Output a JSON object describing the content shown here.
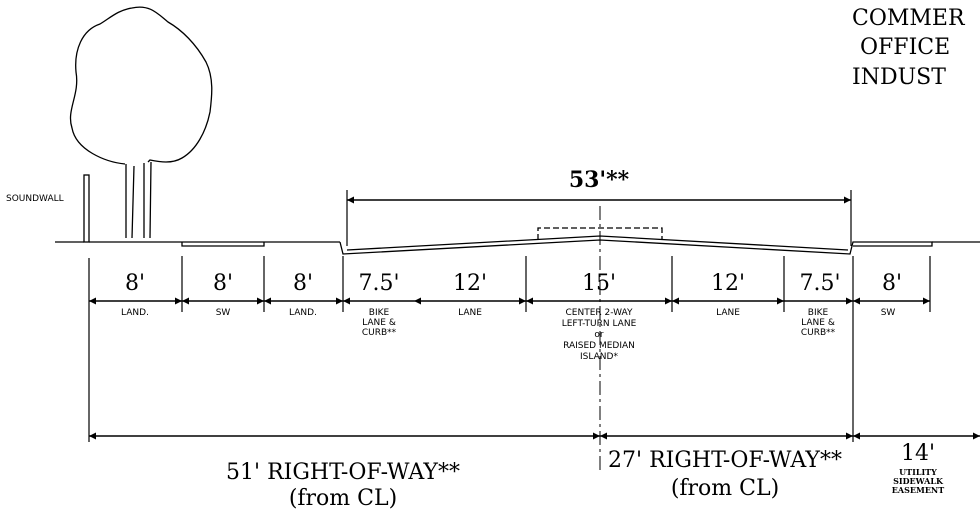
{
  "header": [
    "COMMER",
    "OFFICE",
    "INDUST"
  ],
  "soundwall_label": "SOUNDWALL",
  "total_width_label": "53'**",
  "segments": [
    {
      "width": "8'",
      "label": [
        "LAND."
      ]
    },
    {
      "width": "8'",
      "label": [
        "SW"
      ]
    },
    {
      "width": "8'",
      "label": [
        "LAND."
      ]
    },
    {
      "width": "7.5'",
      "label": [
        "BIKE",
        "LANE &",
        "CURB**"
      ]
    },
    {
      "width": "12'",
      "label": [
        "LANE"
      ]
    },
    {
      "width": "15'",
      "label": [
        "CENTER 2-WAY",
        "LEFT-TURN LANE",
        "or",
        "RAISED MEDIAN",
        "ISLAND*"
      ]
    },
    {
      "width": "12'",
      "label": [
        "LANE"
      ]
    },
    {
      "width": "7.5'",
      "label": [
        "BIKE",
        "LANE &",
        "CURB**"
      ]
    },
    {
      "width": "8'",
      "label": [
        "SW"
      ]
    }
  ],
  "row_left": {
    "line1": "51'  RIGHT-OF-WAY**",
    "line2": "(from  CL)"
  },
  "row_right": {
    "line1": "27'  RIGHT-OF-WAY**",
    "line2": "(from  CL)"
  },
  "easement": {
    "width": "14'",
    "label": [
      "UTILITY",
      "SIDEWALK",
      "EASEMENT"
    ]
  }
}
